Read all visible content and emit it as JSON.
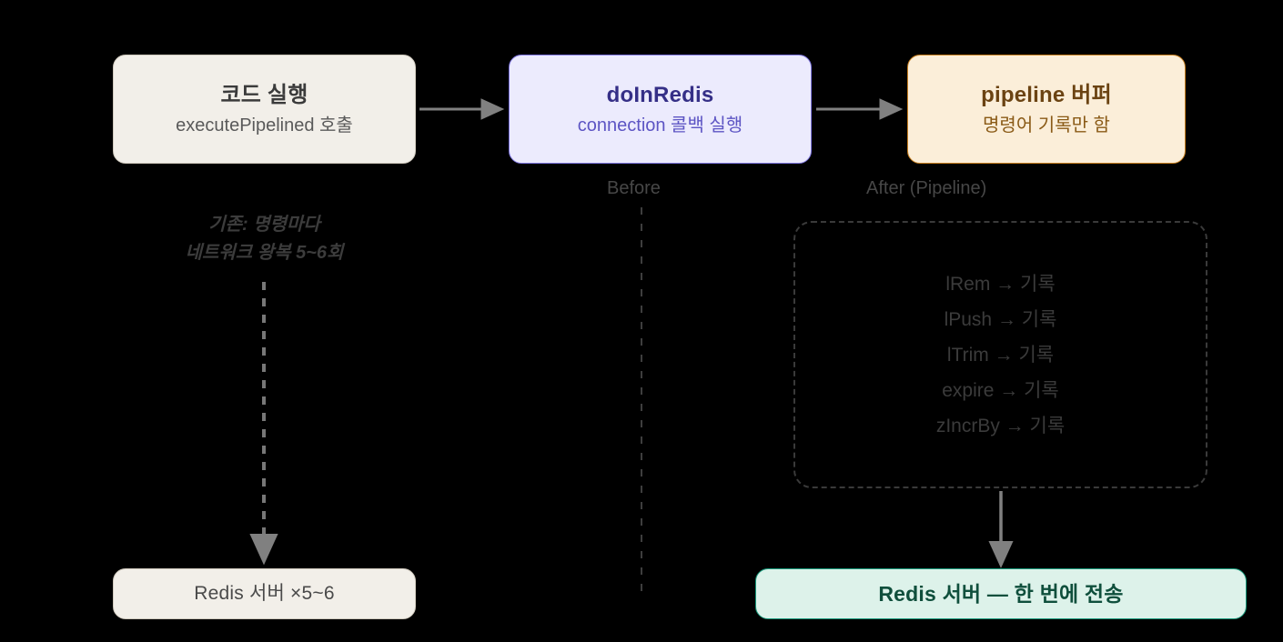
{
  "diagram": {
    "title_flow": "Redis executePipelined pipeline flow",
    "colors": {
      "beige_fill": "#f2efe9",
      "beige_border": "#cfc9bd",
      "lavender_fill": "#ecebfd",
      "lavender_border": "#7f76e0",
      "lavender_text": "#352f87",
      "tan_fill": "#fbeed9",
      "tan_border": "#c87f1e",
      "tan_text": "#6b4312",
      "green_fill": "#ddf2ea",
      "green_border": "#17987a",
      "green_text": "#0f4f3c",
      "arrow_gray": "#808080",
      "divider_gray": "#4a4a4a",
      "background": "#000000"
    }
  },
  "nodes": {
    "code": {
      "title": "코드 실행",
      "subtitle": "executePipelined 호출"
    },
    "doinredis": {
      "title": "doInRedis",
      "subtitle": "connection 콜백 실행"
    },
    "pipeline": {
      "title": "pipeline 버퍼",
      "subtitle": "명령어 기록만 함"
    },
    "redis_multi": {
      "title": "Redis 서버 ×5~6"
    },
    "redis_once": {
      "title": "Redis 서버 — 한 번에 전송"
    }
  },
  "labels": {
    "before": "Before",
    "after": "After (Pipeline)"
  },
  "note_before": {
    "line1": "기존: 명령마다",
    "line2": "네트워크 왕복 5~6회"
  },
  "command_list": [
    "lRem → 기록",
    "lPush → 기록",
    "lTrim → 기록",
    "expire → 기록",
    "zIncrBy → 기록"
  ]
}
